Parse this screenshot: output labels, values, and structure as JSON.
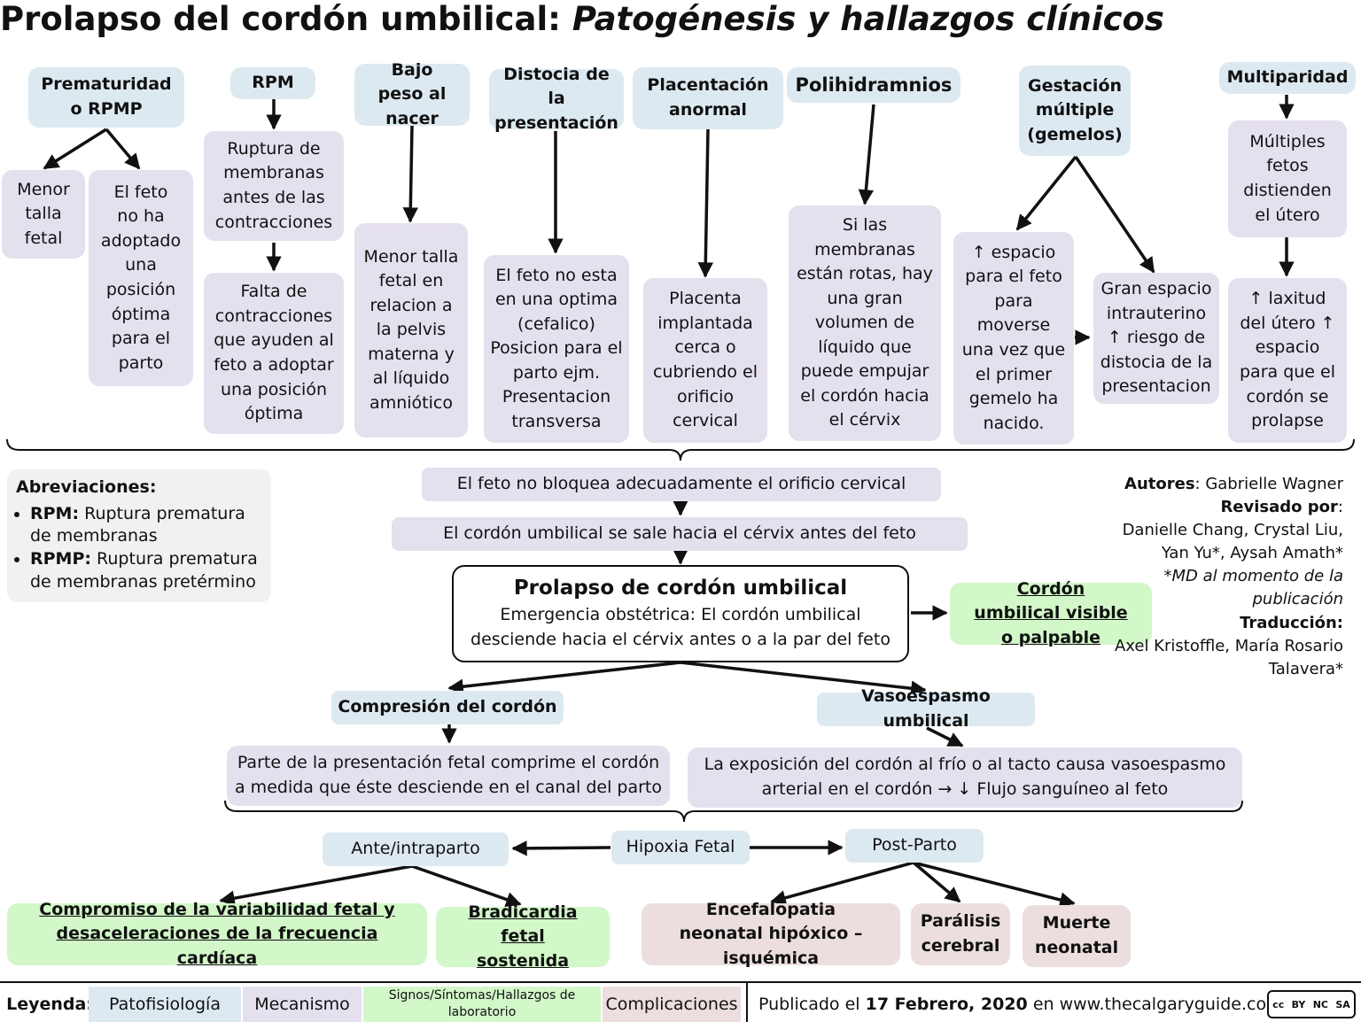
{
  "title": {
    "main": "Prolapso del cordón umbilical:",
    "sub": "Patogénesis y hallazgos clínicos"
  },
  "causes": {
    "prematurity": "Prematuridad o RPMP",
    "short_fetus": "Menor talla fetal",
    "no_position": "El feto no ha adoptado una posición óptima para el parto",
    "rpm": "RPM",
    "rupture": "Ruptura de membranas antes de las contracciones",
    "no_contractions": "Falta de contracciones que ayuden al feto a adoptar una posición óptima",
    "low_weight": "Bajo peso al nacer",
    "low_weight_mech": "Menor talla fetal en relacion a la pelvis materna y al líquido amniótico",
    "dystocia": "Distocia de la presentación",
    "dystocia_mech": "El feto no esta en una optima (cefalico) Posicion para el parto ejm. Presentacion transversa",
    "placenta": "Placentación anormal",
    "placenta_mech": "Placenta implantada cerca o cubriendo el orificio cervical",
    "polyhydramnios": "Polihidramnios",
    "polyhydramnios_mech": "Si las membranas están rotas, hay una gran volumen de líquido que puede empujar el cordón hacia el cérvix",
    "twins": "Gestación múltiple (gemelos)",
    "twins_space": "↑ espacio para el feto para moverse una vez que el primer gemelo ha nacido.",
    "twins_uterine": "Gran espacio intrauterino ↑ riesgo de distocia de la presentacion",
    "multiparity": "Multiparidad",
    "multiparity_fetus": "Múltiples fetos distienden el útero",
    "multiparity_laxity": "↑ laxitud del útero ↑ espacio para que el cordón se prolapse"
  },
  "abbreviations": {
    "heading": "Abreviaciones:",
    "items": [
      {
        "term": "RPM:",
        "def": "Ruptura prematura de membranas"
      },
      {
        "term": "RPMP:",
        "def": "Ruptura prematura de membranas pretérmino"
      }
    ]
  },
  "flow": {
    "no_block": "El feto no bloquea adecuadamente el orificio cervical",
    "cord_out": "El cordón umbilical se sale hacia el cérvix antes del feto",
    "prolapse_title": "Prolapso de cordón umbilical",
    "prolapse_desc": "Emergencia obstétrica: El cordón umbilical desciende hacia el cérvix antes o a la par del feto",
    "visible": "Cordón umbilical visible o palpable",
    "compression": "Compresión del cordón",
    "compression_mech": "Parte de la presentación fetal comprime el cordón a medida que éste desciende en el canal del parto",
    "vasospasm": "Vasoespasmo umbilical",
    "vasospasm_mech": "La exposición del cordón al frío o al tacto causa vasoespasmo arterial en el cordón → ↓ Flujo sanguíneo al feto",
    "hypoxia": "Hipoxia Fetal",
    "antepartum": "Ante/intraparto",
    "postpartum": "Post-Parto",
    "variability": "Compromiso de la variabilidad fetal y desaceleraciones de la frecuencia cardíaca",
    "bradycardia": "Bradicardia fetal sostenida",
    "encephalopathy": "Encefalopatia neonatal hipóxico – isquémica",
    "palsy": "Parálisis cerebral",
    "death": "Muerte neonatal"
  },
  "authors": {
    "authors_label": "Autores",
    "authors_names": ": Gabrielle Wagner",
    "reviewed_label": "Revisado por",
    "reviewed_names": "Danielle Chang, Crystal Liu, Yan Yu*, Aysah Amath*",
    "md_note": "*MD al momento de la publicación",
    "translation_label": "Traducción:",
    "translation_names": "Axel Kristoffle, María Rosario Talavera*"
  },
  "legend": {
    "label": "Leyenda:",
    "patho": "Patofisiología",
    "mech": "Mecanismo",
    "signs": "Signos/Síntomas/Hallazgos de laboratorio",
    "comp": "Complicaciones",
    "published_pre": "Publicado el",
    "published_date": "17 Febrero, 2020",
    "published_post": "en www.thecalgaryguide.com",
    "license": [
      "cc",
      "BY",
      "NC",
      "SA"
    ]
  },
  "colors": {
    "patho": "#dde9f1",
    "mech": "#e5e0ee",
    "signs": "#d2f7c8",
    "comp": "#ecdede"
  }
}
